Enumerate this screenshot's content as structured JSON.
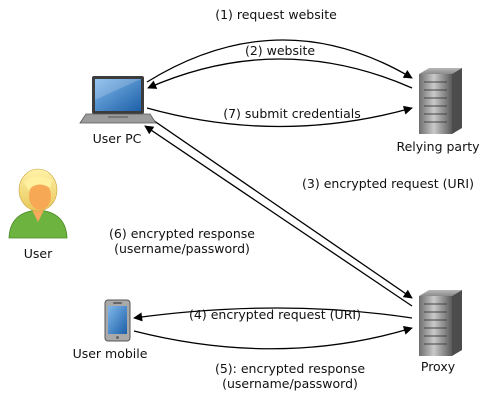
{
  "nodes": {
    "user_pc": {
      "label": "User PC"
    },
    "relying_party": {
      "label": "Relying party"
    },
    "user": {
      "label": "User"
    },
    "user_mobile": {
      "label": "User mobile"
    },
    "proxy": {
      "label": "Proxy"
    }
  },
  "edges": {
    "e1": {
      "label": "(1) request website"
    },
    "e2": {
      "label": "(2) website"
    },
    "e7": {
      "label": "(7) submit credentials"
    },
    "e3": {
      "label": "(3) encrypted request (URI)"
    },
    "e6": {
      "line1": "(6) encrypted response",
      "line2": "(username/password)"
    },
    "e4": {
      "label": "(4) encrypted request (URI)"
    },
    "e5": {
      "line1": "(5): encrypted response",
      "line2": "(username/password)"
    }
  }
}
